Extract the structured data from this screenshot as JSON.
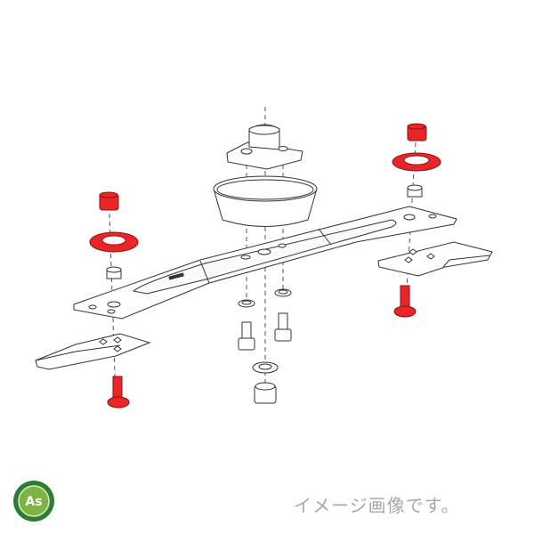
{
  "caption": "イメージ画像です。",
  "logo": {
    "text": "As",
    "outer_color": "#2f7d32",
    "inner_color": "#7cb342"
  },
  "diagram": {
    "type": "exploded-parts-diagram",
    "highlight_color": "#e8262a",
    "line_color": "#333333",
    "parts": [
      "hub",
      "cup",
      "blade-bar",
      "left-blade",
      "right-blade",
      "red-nut",
      "red-washer",
      "spacer",
      "red-bolt",
      "bolt",
      "washer",
      "nut"
    ]
  }
}
